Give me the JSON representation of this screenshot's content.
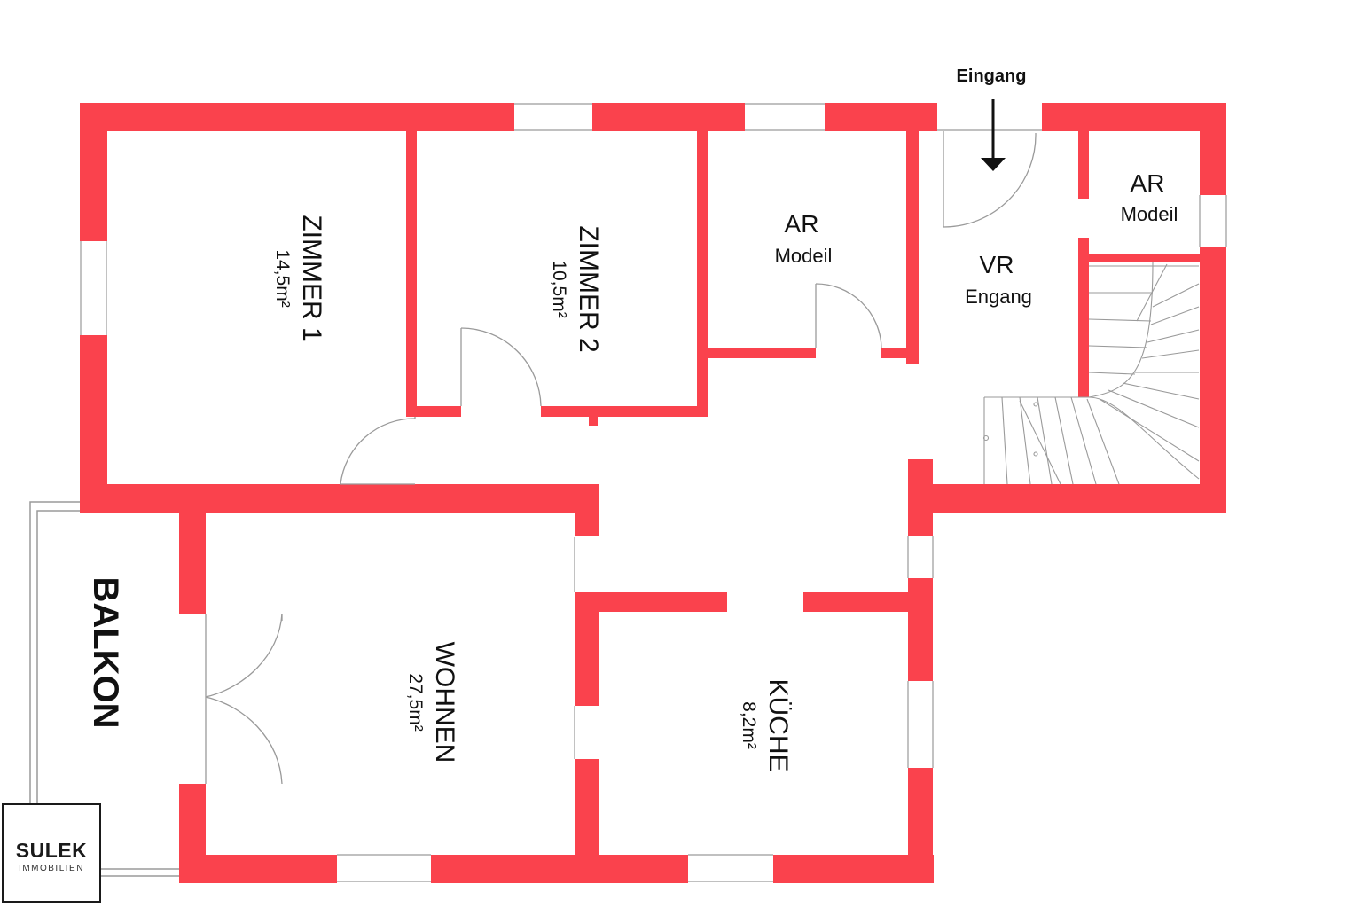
{
  "colors": {
    "wall": "#fa424d",
    "line": "#9a9a9a",
    "text": "#111111"
  },
  "entrance": {
    "label": "Eingang"
  },
  "rooms": {
    "zimmer1": {
      "name": "ZIMMER 1",
      "area": "14,5m²"
    },
    "zimmer2": {
      "name": "ZIMMER 2",
      "area": "10,5m²"
    },
    "ar1": {
      "name": "AR",
      "sub": "Modeil"
    },
    "ar2": {
      "name": "AR",
      "sub": "Modeil"
    },
    "vr": {
      "name": "VR",
      "sub": "Engang"
    },
    "wohnen": {
      "name": "WOHNEN",
      "area": "27,5m²"
    },
    "kueche": {
      "name": "KÜCHE",
      "area": "8,2m²"
    },
    "balkon": {
      "name": "BALKON"
    }
  },
  "logo": {
    "name": "SULEK",
    "sub": "IMMOBILIEN"
  }
}
